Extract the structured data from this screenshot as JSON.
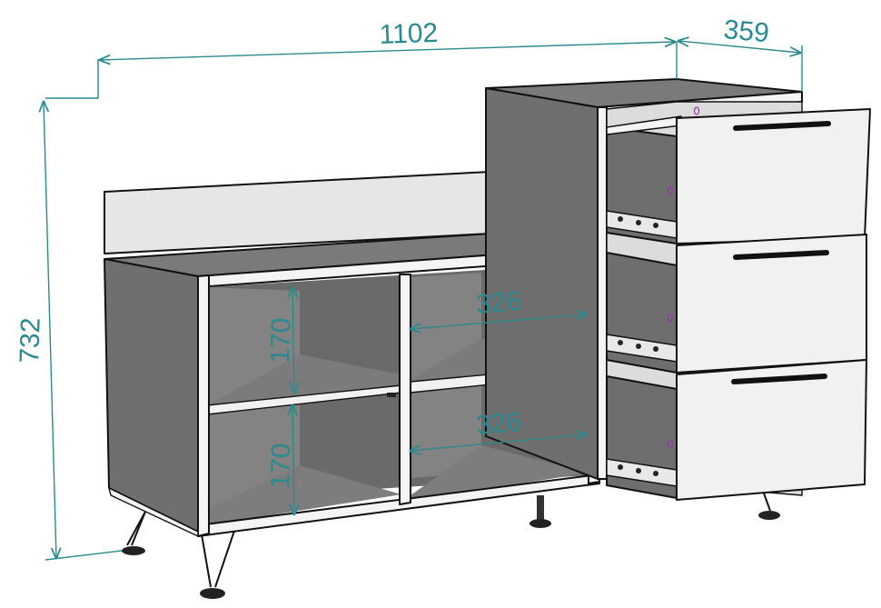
{
  "dimensions": {
    "total_width": "1102",
    "drawer_depth": "359",
    "height": "732",
    "shelf_height_top": "170",
    "shelf_height_bottom": "170",
    "shelf_width_top": "326",
    "shelf_width_bottom": "326"
  },
  "colors": {
    "dimension": "#2a8a8f",
    "panel_dark": "#6f6f6f",
    "panel_inner": "#7b7b7b",
    "panel_light": "#e6e6e6",
    "front_white": "#f1f1f1",
    "edge": "#111111",
    "marker": "#9b2fae"
  },
  "icons": [
    "drawer-handle-icon",
    "drawer-runner-icon",
    "furniture-leg-icon",
    "dimension-arrow-icon"
  ]
}
